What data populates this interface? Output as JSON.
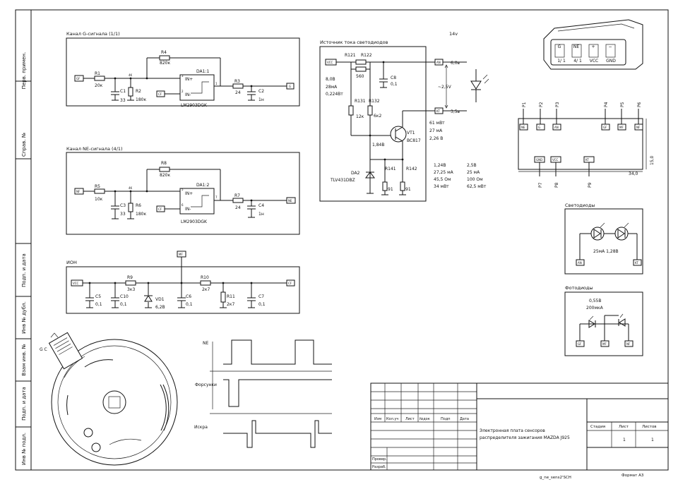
{
  "side_labels": [
    "Перв. примен.",
    "Справ. №",
    "Подп. и дата",
    "Инв № дубл.",
    "Взам инв. №",
    "Подп. и дата",
    "Инв № подл."
  ],
  "blocks": {
    "g_title": "Канал G-сигнала (1/1)",
    "ne_title": "Канал NE-сигнала (4/1)",
    "ion_title": "ИОН",
    "led_src_title": "Источник тока светодиодов",
    "top_volt": "14v",
    "leds_title": "Светодиоды",
    "photo_title": "Фотодиоды"
  },
  "g_channel": {
    "in_port": "GF",
    "R1": "R1",
    "R1_val": "20к",
    "C1": "C1",
    "C1_val": "33",
    "R2": "R2",
    "R2_val": "180к",
    "R4": "R4",
    "R4_val": "820к",
    "cf_port": "CF",
    "opamp": "DA1:1",
    "opamp_part": "LM2903DGK",
    "in_plus": "IN+",
    "in_minus": "IN-",
    "pin3": "3",
    "pin2": "2",
    "pin1": "1",
    "node": "4K",
    "R3": "R3",
    "R3_val": "24",
    "C2": "C2",
    "C2_val": "1н",
    "out_port": "G"
  },
  "ne_channel": {
    "in_port": "NF",
    "R5": "R5",
    "R5_val": "10к",
    "C3": "C3",
    "C3_val": "33",
    "R6": "R6",
    "R6_val": "180к",
    "R8": "R8",
    "R8_val": "820к",
    "cf_port": "CF",
    "opamp": "DA1:2",
    "opamp_part": "LM2903DGK",
    "in_plus": "IN+",
    "in_minus": "IN-",
    "pin5": "5",
    "pin6": "6",
    "pin7": "7",
    "node": "4K",
    "R7": "R7",
    "R7_val": "24",
    "C4": "C4",
    "C4_val": "1н",
    "out_port": "NE"
  },
  "ion": {
    "vcc": "VCC",
    "mf": "MF",
    "cf": "CF",
    "R9": "R9",
    "R9_val": "3к3",
    "R10": "R10",
    "R10_val": "2к7",
    "R11": "R11",
    "R11_val": "2к7",
    "C5": "C5",
    "C5_val": "0,1",
    "C10": "C10",
    "C10_val": "0,1",
    "VD1": "VD1",
    "VD1_val": "6,2В",
    "C6": "C6",
    "C6_val": "0,1",
    "C7": "C7",
    "C7_val": "0,1"
  },
  "led_src": {
    "vcc": "VCC",
    "an": "AN",
    "kt": "KT",
    "R121": "R121",
    "R122": "R122",
    "R122_val": "560",
    "C8": "C8",
    "C8_val": "0,1",
    "p1": "8,0В",
    "p2": "28мА",
    "p3": "0,224Вт",
    "R131": "R131",
    "R131_val": "12к",
    "R132": "R132",
    "R132_val": "6к2",
    "v_an": "6,0в",
    "v_led": "~2,5V",
    "v_kt": "3,5в",
    "vt_p1": "61 мВт",
    "vt_p2": "27 мА",
    "vt_p3": "2,26 В",
    "VT1": "VT1",
    "VT1_part": "BC817",
    "v_b": "1,84В",
    "DA2": "DA2",
    "DA2_part": "TLV431DBZ",
    "R141": "R141",
    "R142": "R142",
    "R141_val": "91",
    "R142_val": "91",
    "c1": [
      "1,24В",
      "27,25 мА",
      "45,5 Ом",
      "34 мВт"
    ],
    "c2": [
      "2,5В",
      "25 мА",
      "100 Ом",
      "62,5 мВт"
    ]
  },
  "connector": {
    "pins": [
      "G",
      "NE",
      "+",
      "−"
    ],
    "labels": [
      "1/ 1",
      "4/ 1",
      "VCC",
      "GND"
    ]
  },
  "board": {
    "top_pins": [
      "P1",
      "P2",
      "P3",
      "P4",
      "P5",
      "P6"
    ],
    "top_sig": [
      "NE",
      "G",
      "AN",
      "GF",
      "MF",
      "NF"
    ],
    "bot_pins": [
      "P7",
      "P8",
      "P9"
    ],
    "bot_sig": [
      "GND",
      "VCC",
      "KT"
    ],
    "dim_w": "34,0",
    "dim_h": "15,0"
  },
  "leds": {
    "caption": "25мА 1,28В",
    "an": "AN",
    "kt": "KT"
  },
  "photo": {
    "caption1": "0,55В",
    "caption2": "200мкА",
    "gf": "GF",
    "mf": "MF",
    "nf": "NF"
  },
  "waves": {
    "ne": "NE",
    "inj": "Форсунки",
    "spark": "Искра"
  },
  "disc": {
    "letters": "G  C"
  },
  "title_block": {
    "cols": [
      "Изм",
      "Кол.уч",
      "Лист",
      "№док",
      "Подп",
      "Дата"
    ],
    "rows": [
      "Провер.",
      "Разраб."
    ],
    "title1": "Электронная плата сенсоров",
    "title2": "распределителя зажигания MAZDA J925",
    "stage": "Стадия",
    "sheet": "Лист",
    "sheets": "Листов",
    "sheet_v": "1",
    "sheets_v": "1"
  },
  "footer": {
    "file": "g_ne_sens2'SCH",
    "format": "Формат А3"
  }
}
